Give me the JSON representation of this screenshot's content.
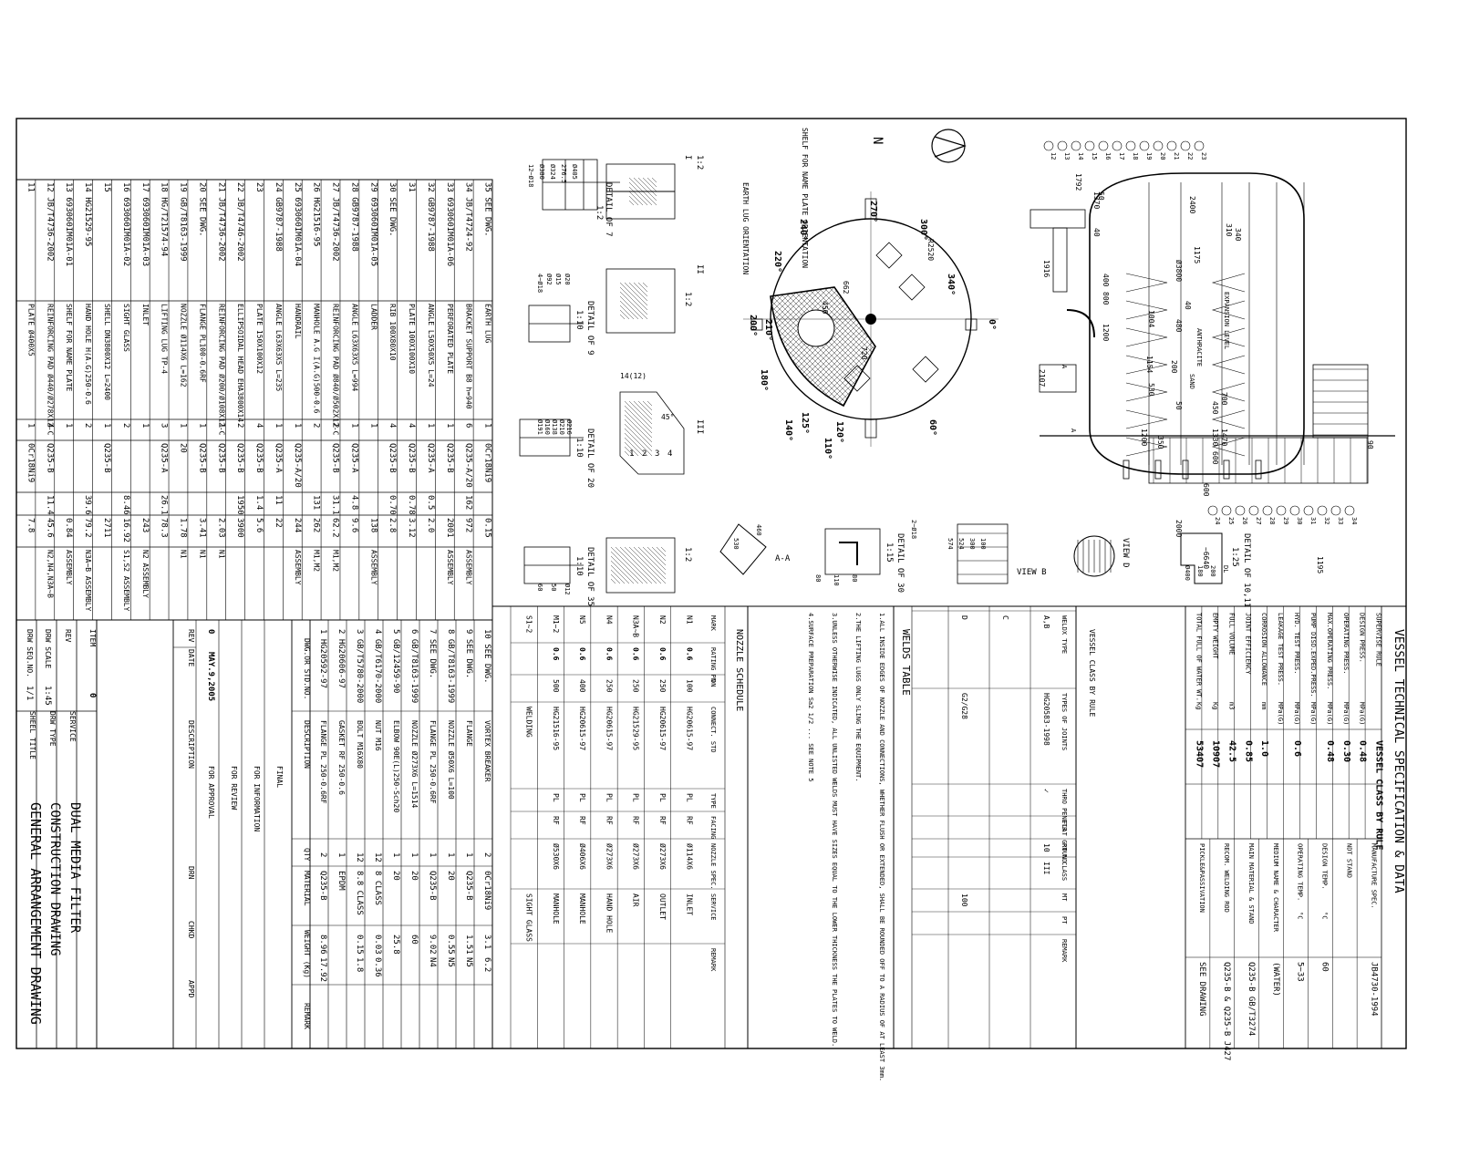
{
  "spec": {
    "title": "VESSEL TECHNICAL SPECIFICATION & DATA",
    "rows": [
      {
        "label": "SUPERVISE RULE",
        "value": "VESSEL CLASS BY RULE"
      },
      {
        "label": "DESIGN PRESS.",
        "unit": "MPa(G)",
        "value": "0.48"
      },
      {
        "label": "OPERATING PRESS.",
        "unit": "MPa(G)",
        "value": "0.30"
      },
      {
        "label": "MAX.OPERATING PRESS.",
        "unit": "MPa(G)",
        "value": "0.48"
      },
      {
        "label": "PUMP DISD.EXPED.PRESS.",
        "unit": "MPa(G)",
        "value": ""
      },
      {
        "label": "HYD. TEST PRESS.",
        "unit": "MPa(G)",
        "value": "0.6"
      },
      {
        "label": "LEAKAGE TEST PRESS.",
        "unit": "MPa(G)",
        "value": ""
      },
      {
        "label": "CORROSION ALLOWANCE",
        "unit": "mm",
        "value": "1.0"
      },
      {
        "label": "JOINT EFFICIENCY",
        "unit": "",
        "value": "0.85"
      },
      {
        "label": "FULL VOLUME",
        "unit": "m3",
        "value": "42.5"
      },
      {
        "label": "EMPTY WEIGHT",
        "unit": "Kg",
        "value": "10907"
      },
      {
        "label": "TOTAL FULL OF WATER WT.",
        "unit": "Kg",
        "value": "53407"
      }
    ],
    "right_col": [
      {
        "label": "MANUFACTURE SPEC.",
        "value": "JB4730-1994"
      },
      {
        "label": "NDT STAND",
        "value": ""
      },
      {
        "label": "DESIGN TEMP.",
        "unit": "°C",
        "value": "60"
      },
      {
        "label": "OPERATING TEMP.",
        "unit": "°C",
        "value": "5~33"
      },
      {
        "label": "MEDIUM NAME & CHARACTER",
        "value": "(WATER)"
      },
      {
        "label": "MAIN MATERIAL & STAND",
        "value": "Q235-B GB/T3274"
      },
      {
        "label": "RECOM. WELDING ROD",
        "value": "Q235-B & Q235-B J427"
      },
      {
        "label": "PICKLE&PASSIVATION",
        "value": "SEE DRAWING"
      }
    ]
  },
  "welds": {
    "title": "WELDS TABLE",
    "headers": [
      "WELDX TYPE",
      "TYPES OF JOINTS",
      "THRO PENETR",
      "FLAT GROUND",
      "RT %",
      "CLASS",
      "MT",
      "PT",
      "REMARK"
    ],
    "rows": [
      [
        "A,B",
        "HG20583-1998",
        "✓",
        "",
        "10",
        "III",
        "",
        "",
        ""
      ],
      [
        "C",
        "",
        "",
        "",
        "",
        "",
        "",
        "",
        ""
      ],
      [
        "D",
        "G2/G28",
        "",
        "",
        "",
        "",
        "100",
        "",
        ""
      ]
    ]
  },
  "notes": [
    "1.ALL INSIDE EDGES OF NOZZLE AND CONNECTIONS, WHETHER FLUSH OR EXTENDED, SHALL BE ROUNDED OFF TO A RADIUS OF AT LEAST 3mm.",
    "2.THE LIFTING LUGS ONLY SLING THE EQUIPMENT.",
    "3.UNLESS OTHERWISE INDICATED, ALL UNLISTED WELDS MUST HAVE SIZES EQUAL TO THE LOWER THICKNESS THE PLATES TO WELD.",
    "4.SURFACE PREPARATION Sa2 1/2 ... SEE NOTE 5"
  ],
  "nozzles": {
    "title": "NOZZLE SCHEDULE",
    "headers": [
      "MARK",
      "RATING PN",
      "DN",
      "CONNECT. STD",
      "TYPE",
      "FACING",
      "NOZZLE SPEC.",
      "SERVICE",
      "REMARK"
    ],
    "rows": [
      [
        "N1",
        "0.6",
        "100",
        "HG20615-97",
        "PL",
        "RF",
        "Ø114X6",
        "INLET",
        ""
      ],
      [
        "N2",
        "0.6",
        "250",
        "HG20615-97",
        "PL",
        "RF",
        "Ø273X6",
        "OUTLET",
        ""
      ],
      [
        "N3A~B",
        "0.6",
        "250",
        "HG21529-95",
        "PL",
        "RF",
        "Ø273X6",
        "AIR",
        ""
      ],
      [
        "N4",
        "0.6",
        "250",
        "HG20615-97",
        "PL",
        "RF",
        "Ø273X6",
        "HAND HOLE",
        ""
      ],
      [
        "N5",
        "0.6",
        "400",
        "HG20615-97",
        "PL",
        "RF",
        "Ø406X6",
        "MANHOLE",
        ""
      ],
      [
        "M1~2",
        "0.6",
        "500",
        "HG21516-95",
        "PL",
        "RF",
        "Ø530X6",
        "MANHOLE",
        ""
      ],
      [
        "S1~2",
        "",
        "",
        "WELDING",
        "",
        "",
        "",
        "SIGHT GLASS",
        ""
      ]
    ]
  },
  "bom_bottom": [
    {
      "item": "10",
      "dwg": "SEE DWG.",
      "desc": "VORTEX BREAKER",
      "qty": "2",
      "mat": "0Cr18Ni9",
      "w1": "3.1",
      "w2": "6.2"
    },
    {
      "item": "9",
      "dwg": "SEE DWG.",
      "desc": "FLANGE",
      "qty": "1",
      "mat": "Q235-B",
      "w1": "1.51",
      "w2": "N5"
    },
    {
      "item": "8",
      "dwg": "GB/T8163-1999",
      "desc": "NOZZLE Ø50X6 L=100",
      "qty": "1",
      "mat": "20",
      "w1": "0.55",
      "w2": "N5"
    },
    {
      "item": "7",
      "dwg": "SEE DWG.",
      "desc": "FLANGE PL 250-0.6RF",
      "qty": "1",
      "mat": "Q235-B",
      "w1": "9.02",
      "w2": "N4"
    },
    {
      "item": "6",
      "dwg": "GB/T8163-1999",
      "desc": "NOZZLE Ø273X6 L=1514",
      "qty": "1",
      "mat": "20",
      "w1": "60",
      "w2": ""
    },
    {
      "item": "5",
      "dwg": "GB/12459-90",
      "desc": "ELBOW 90E(L)250-Sch20",
      "qty": "1",
      "mat": "20",
      "w1": "25.8",
      "w2": ""
    },
    {
      "item": "4",
      "dwg": "GB/T6170-2000",
      "desc": "NUT M16",
      "qty": "12",
      "mat": "8 CLASS",
      "w1": "0.03",
      "w2": "0.36"
    },
    {
      "item": "3",
      "dwg": "GB/T5780-2000",
      "desc": "BOLT M16X80",
      "qty": "12",
      "mat": "8.8 CLASS",
      "w1": "0.15",
      "w2": "1.8"
    },
    {
      "item": "2",
      "dwg": "HG20606-97",
      "desc": "GASKET RF 250-0.6",
      "qty": "1",
      "mat": "EPDM",
      "w1": "",
      "w2": ""
    },
    {
      "item": "1",
      "dwg": "HG20592-97",
      "desc": "FLANGE PL 250-0.6RF",
      "qty": "2",
      "mat": "Q235-B",
      "w1": "8.96",
      "w2": "17.92"
    }
  ],
  "bom_headers": [
    "ITEM",
    "DWG.OR STD.NO.",
    "DESCRIPTION",
    "QTY",
    "MATERIAL",
    "WEIGHT (Kg)",
    "REMARK"
  ],
  "bom_left": [
    {
      "item": "35",
      "dwg": "SEE DWG.",
      "desc": "EARTH LUG",
      "qty": "1",
      "mat": "0Cr18Ni9",
      "w1": "",
      "w2": "0.15",
      "rem": ""
    },
    {
      "item": "34",
      "dwg": "JB/T4724-92",
      "desc": "BRACKET SUPPORT B8 h=940",
      "qty": "6",
      "mat": "Q235-A/20",
      "w1": "162",
      "w2": "972",
      "rem": "ASSEMBLY"
    },
    {
      "item": "33",
      "dwg": "693060IM01A-06",
      "desc": "PERFORATED PLATE",
      "qty": "1",
      "mat": "Q235-B",
      "w1": "",
      "w2": "2001",
      "rem": "ASSEMBLY"
    },
    {
      "item": "32",
      "dwg": "GB9787-1988",
      "desc": "ANGLE L50X50X5 L=24",
      "qty": "1",
      "mat": "Q235-A",
      "w1": "0.5",
      "w2": "2.0",
      "rem": ""
    },
    {
      "item": "31",
      "dwg": "",
      "desc": "PLATE 100X100X10",
      "qty": "4",
      "mat": "Q235-B",
      "w1": "0.78",
      "w2": "3.12",
      "rem": ""
    },
    {
      "item": "30",
      "dwg": "SEE DWG.",
      "desc": "RIB 100X80X10",
      "qty": "4",
      "mat": "Q235-B",
      "w1": "0.70",
      "w2": "2.8",
      "rem": ""
    },
    {
      "item": "29",
      "dwg": "693060IM01A-05",
      "desc": "LADDER",
      "qty": "1",
      "mat": "",
      "w1": "",
      "w2": "138",
      "rem": "ASSEMBLY"
    },
    {
      "item": "28",
      "dwg": "GB9787-1988",
      "desc": "ANGLE L63X63X5 L=994",
      "qty": "1",
      "mat": "Q235-A",
      "w1": "4.8",
      "w2": "9.6",
      "rem": ""
    },
    {
      "item": "27",
      "dwg": "JB/T4736-2002",
      "desc": "REINFORCING PAD Ø840/Ø502X12-C",
      "qty": "2",
      "mat": "Q235-B",
      "w1": "31.1",
      "w2": "62.2",
      "rem": "M1,M2"
    },
    {
      "item": "26",
      "dwg": "HG21516-95",
      "desc": "MANHOLE A.G I(A.G)500-0.6",
      "qty": "2",
      "mat": "",
      "w1": "131",
      "w2": "262",
      "rem": "M1,M2"
    },
    {
      "item": "25",
      "dwg": "693060IM01A-04",
      "desc": "HANDRAIL",
      "qty": "1",
      "mat": "Q235-A/20",
      "w1": "",
      "w2": "244",
      "rem": "ASSEMBLY"
    },
    {
      "item": "24",
      "dwg": "GB9787-1988",
      "desc": "ANGLE L63X63X5 L=235",
      "qty": "1",
      "mat": "Q235-A",
      "w1": "11",
      "w2": "22",
      "rem": ""
    },
    {
      "item": "23",
      "dwg": "",
      "desc": "PLATE 150X100X12",
      "qty": "4",
      "mat": "Q235-B",
      "w1": "1.4",
      "w2": "5.6",
      "rem": ""
    },
    {
      "item": "22",
      "dwg": "JB/T4746-2002",
      "desc": "ELLIPSOIDAL HEAD EHA3800X14",
      "qty": "2",
      "mat": "Q235-B",
      "w1": "1950",
      "w2": "3900",
      "rem": ""
    },
    {
      "item": "21",
      "dwg": "JB/T4736-2002",
      "desc": "REINFORCING PAD Ø200/Ø108X12-C",
      "qty": "1",
      "mat": "Q235-B",
      "w1": "",
      "w2": "2.03",
      "rem": "N1"
    },
    {
      "item": "20",
      "dwg": "SEE DWG.",
      "desc": "FLANGE PL100-0.6RF",
      "qty": "1",
      "mat": "Q235-B",
      "w1": "",
      "w2": "3.41",
      "rem": "N1"
    },
    {
      "item": "19",
      "dwg": "GB/T8163-1999",
      "desc": "NOZZLE Ø114X6 L=162",
      "qty": "1",
      "mat": "20",
      "w1": "",
      "w2": "1.78",
      "rem": "N1"
    },
    {
      "item": "18",
      "dwg": "HG/T21574-94",
      "desc": "LIFTING LUG TP-4",
      "qty": "3",
      "mat": "Q235-A",
      "w1": "26.1",
      "w2": "78.3",
      "rem": ""
    },
    {
      "item": "17",
      "dwg": "693060IM01A-03",
      "desc": "INLET",
      "qty": "1",
      "mat": "",
      "w1": "",
      "w2": "243",
      "rem": "N2 ASSEMBLY"
    },
    {
      "item": "16",
      "dwg": "693060IM01A-02",
      "desc": "SIGHT GLASS",
      "qty": "2",
      "mat": "",
      "w1": "8.46",
      "w2": "16.92",
      "rem": "S1,S2 ASSEMBLY"
    },
    {
      "item": "15",
      "dwg": "",
      "desc": "SHELL DN3800X12 L=2400",
      "qty": "1",
      "mat": "Q235-B",
      "w1": "",
      "w2": "2711",
      "rem": ""
    },
    {
      "item": "14",
      "dwg": "HG21529-95",
      "desc": "HAND HOLE H(A.G)250-0.6",
      "qty": "2",
      "mat": "",
      "w1": "39.6",
      "w2": "79.2",
      "rem": "N3A~B ASSEMBLY"
    },
    {
      "item": "13",
      "dwg": "693060IM01A-01",
      "desc": "SHELF FOR NAME PLATE",
      "qty": "1",
      "mat": "",
      "w1": "",
      "w2": "0.84",
      "rem": "ASSEMBLY"
    },
    {
      "item": "12",
      "dwg": "JB/T4736-2002",
      "desc": "REINFORCING PAD Ø440/Ø278X12-C",
      "qty": "4",
      "mat": "Q235-B",
      "w1": "11.4",
      "w2": "45.6",
      "rem": "N2,N4,N3A~B"
    },
    {
      "item": "11",
      "dwg": "",
      "desc": "PLATE Ø400X5",
      "qty": "1",
      "mat": "0Cr18Ni9",
      "w1": "",
      "w2": "7.8",
      "rem": ""
    }
  ],
  "revisions": {
    "rows": [
      {
        "label": "FINAL"
      },
      {
        "label": "FOR INFORMATION"
      },
      {
        "label": "FOR REVIEW"
      },
      {
        "rev": "0",
        "date": "MAY.9,2005",
        "desc": "FOR APPROVAL"
      }
    ],
    "headers": [
      "REV",
      "DATE",
      "DESCRIPTION",
      "DRN",
      "CHKD",
      "APPD"
    ]
  },
  "titleblock": {
    "item_label": "ITEM",
    "service_label": "SERVICE",
    "service": "DUAL MEDIA FILTER",
    "rev_label": "REV",
    "rev": "0",
    "dwg_type_label": "DRW TYPE",
    "dwg_type": "CONSTRUCTION DRAWING",
    "scale_label": "DRW SCALE",
    "scale": "1:45",
    "sheet_label": "DRW SEQ.NO.",
    "sheet": "1/1",
    "sheet_title_label": "SHEEL TITLE",
    "sheet_title": "GENERAL ARRANGEMENT DRAWING"
  },
  "drawing": {
    "north": "N",
    "front_dims": [
      "1792",
      "1370",
      "2400",
      "1175",
      "530",
      "1154",
      "1004",
      "1470",
      "450",
      "700",
      "1330",
      "1916",
      "2107",
      "1200",
      "800",
      "400",
      "1200",
      "480",
      "200",
      "350",
      "600",
      "600",
      "2000",
      "~6640",
      "1195",
      "90",
      "Ø3800",
      "310",
      "340",
      "40",
      "50",
      "40",
      "50"
    ],
    "front_labels": [
      "SAND",
      "ANTHRACITE",
      "EXPANSION LEVEL",
      "A",
      "A"
    ],
    "front_balloons": [
      "12",
      "13",
      "14",
      "15",
      "16",
      "17",
      "18",
      "19",
      "20",
      "21",
      "22",
      "23",
      "24",
      "25",
      "26",
      "27",
      "28",
      "29",
      "30",
      "31",
      "32",
      "33",
      "34"
    ],
    "plan_angles": [
      "0°",
      "60°",
      "110°",
      "120°",
      "125°",
      "140°",
      "180°",
      "200°",
      "210°",
      "220°",
      "240°",
      "270°",
      "300°",
      "340°"
    ],
    "plan_labels": [
      "SHELF FOR NAME PLATE ORIENTATION",
      "EARTH LUG ORIENTATION",
      "R2520",
      "662",
      "450",
      "720"
    ],
    "details": [
      {
        "title": "DETAIL OF 7",
        "scale": "1:2"
      },
      {
        "title": "DETAIL OF 9",
        "scale": "1:10"
      },
      {
        "title": "DETAIL OF 20",
        "scale": "1:10"
      },
      {
        "title": "DETAIL OF 35",
        "scale": "1:10"
      },
      {
        "title": "DETAIL OF 30",
        "scale": "1:15"
      },
      {
        "title": "DETAIL OF 10,11",
        "scale": "1:25"
      }
    ],
    "views": [
      "A-A",
      "VIEW B",
      "VIEW D",
      "I",
      "II",
      "III"
    ]
  }
}
